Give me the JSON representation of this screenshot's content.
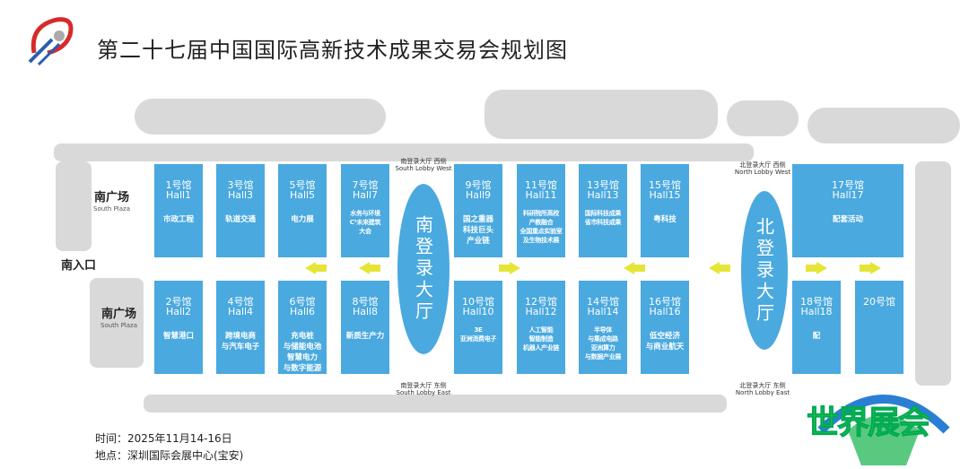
{
  "title": "第二十七届中国国际高新技术成果交易会规划图",
  "plazas": [
    {
      "cn": "南广场",
      "en": "South Plaza"
    },
    {
      "cn": "南广场",
      "en": "South Plaza"
    }
  ],
  "entrance": "南入口",
  "lobbies": {
    "south": "南登录大厅",
    "north": "北登录大厅",
    "south_west": {
      "cn": "南登录大厅 西侧",
      "en": "South Lobby West"
    },
    "south_east": {
      "cn": "南登录大厅 东侧",
      "en": "South Lobby East"
    },
    "north_west": {
      "cn": "北登录大厅 西侧",
      "en": "North Lobby West"
    },
    "north_east": {
      "cn": "北登录大厅 东侧",
      "en": "North Lobby East"
    }
  },
  "halls": [
    {
      "no": "1号馆",
      "en": "Hall1",
      "desc": "市政工程"
    },
    {
      "no": "3号馆",
      "en": "Hall3",
      "desc": "轨道交通"
    },
    {
      "no": "5号馆",
      "en": "Hall5",
      "desc": "电力展"
    },
    {
      "no": "7号馆",
      "en": "Hall7",
      "desc": "水务与环境 C³未来建筑 大会"
    },
    {
      "no": "9号馆",
      "en": "Hall9",
      "desc": "国之重器 科技巨头 产业链"
    },
    {
      "no": "11号馆",
      "en": "Hall11",
      "desc": "科研院所高校 产教融合 全国重点实验室 及生物技术展"
    },
    {
      "no": "13号馆",
      "en": "Hall13",
      "desc": "国际科技成果 省市科技成果"
    },
    {
      "no": "15号馆",
      "en": "Hall15",
      "desc": "粤科技"
    },
    {
      "no": "2号馆",
      "en": "Hall2",
      "desc": "智慧港口"
    },
    {
      "no": "4号馆",
      "en": "Hall4",
      "desc": "跨境电商 与汽车电子"
    },
    {
      "no": "6号馆",
      "en": "Hall6",
      "desc": "充电桩 与储能电池 智慧电力 与数字能源"
    },
    {
      "no": "8号馆",
      "en": "Hall8",
      "desc": "新质生产力"
    },
    {
      "no": "10号馆",
      "en": "Hall10",
      "desc": "3E 亚洲消费电子"
    },
    {
      "no": "12号馆",
      "en": "Hall12",
      "desc": "人工智能 智能制造 机器人产业链"
    },
    {
      "no": "14号馆",
      "en": "Hall14",
      "desc": "半导体 与集成电路 亚洲算力 与数据产业展"
    },
    {
      "no": "16号馆",
      "en": "Hall16",
      "desc": "低空经济 与商业航天"
    },
    {
      "no": "17号馆",
      "en": "Hall17",
      "desc": "配套活动"
    },
    {
      "no": "18号馆",
      "en": "Hall18",
      "desc": "配"
    },
    {
      "no": "20号馆",
      "en": "",
      "desc": ""
    }
  ],
  "footer": {
    "time": "时间：2025年11月14-16日",
    "place": "地点：深圳国际会展中心(宝安)"
  },
  "watermark": "世界展会",
  "colors": {
    "hall": "#4aa9df",
    "arrow": "#e4e537"
  }
}
